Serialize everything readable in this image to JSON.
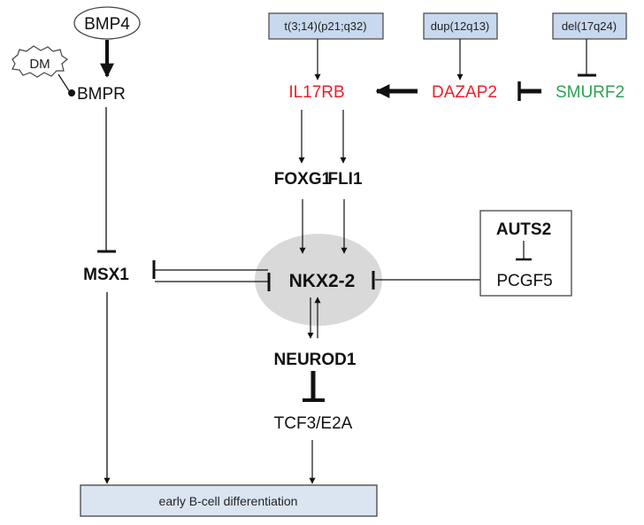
{
  "diagram": {
    "type": "gene regulatory network",
    "colors": {
      "oncogene_red": "#e8202a",
      "tumor_suppressor_green": "#2ca24f",
      "lesion_box_fill": "#c8d8ee",
      "output_box_fill": "#dbe5f1",
      "nkx_ellipse_fill": "#d9d9d9",
      "line": "#111111"
    },
    "nodes": {
      "bmp4": "BMP4",
      "dm": "DM",
      "bmpr": "BMPR",
      "msx1": "MSX1",
      "lesion_t": "t(3;14)(p21;q32)",
      "lesion_dup": "dup(12q13)",
      "lesion_del": "del(17q24)",
      "il17rb": "IL17RB",
      "dazap2": "DAZAP2",
      "smurf2": "SMURF2",
      "foxg1": "FOXG1",
      "fli1": "FLI1",
      "nkx22": "NKX2-2",
      "auts2": "AUTS2",
      "pcgf5": "PCGF5",
      "neurod1": "NEUROD1",
      "tcf3": "TCF3/E2A",
      "output": "early B-cell differentiation"
    },
    "edges": [
      {
        "from": "BMP4",
        "to": "BMPR",
        "type": "activation",
        "weight": "strong"
      },
      {
        "from": "DM",
        "to": "BMPR",
        "type": "binding"
      },
      {
        "from": "BMPR",
        "to": "MSX1",
        "type": "inhibition"
      },
      {
        "from": "MSX1",
        "to": "NKX2-2",
        "type": "inhibition"
      },
      {
        "from": "NKX2-2",
        "to": "MSX1",
        "type": "inhibition"
      },
      {
        "from": "t(3;14)(p21;q32)",
        "to": "IL17RB",
        "type": "activation"
      },
      {
        "from": "dup(12q13)",
        "to": "DAZAP2",
        "type": "activation"
      },
      {
        "from": "del(17q24)",
        "to": "SMURF2",
        "type": "inhibition"
      },
      {
        "from": "DAZAP2",
        "to": "IL17RB",
        "type": "activation",
        "weight": "strong"
      },
      {
        "from": "SMURF2",
        "to": "DAZAP2",
        "type": "inhibition",
        "weight": "strong"
      },
      {
        "from": "IL17RB",
        "to": "FOXG1",
        "type": "activation"
      },
      {
        "from": "IL17RB",
        "to": "FLI1",
        "type": "activation"
      },
      {
        "from": "FOXG1",
        "to": "NKX2-2",
        "type": "activation"
      },
      {
        "from": "FLI1",
        "to": "NKX2-2",
        "type": "activation"
      },
      {
        "from": "AUTS2",
        "to": "PCGF5",
        "type": "inhibition"
      },
      {
        "from": "PCGF5",
        "to": "NKX2-2",
        "type": "inhibition"
      },
      {
        "from": "NKX2-2",
        "to": "NEUROD1",
        "type": "activation"
      },
      {
        "from": "NEUROD1",
        "to": "NKX2-2",
        "type": "activation"
      },
      {
        "from": "NEUROD1",
        "to": "TCF3/E2A",
        "type": "inhibition",
        "weight": "strong"
      },
      {
        "from": "MSX1",
        "to": "early B-cell differentiation",
        "type": "activation"
      },
      {
        "from": "TCF3/E2A",
        "to": "early B-cell differentiation",
        "type": "activation"
      }
    ]
  }
}
